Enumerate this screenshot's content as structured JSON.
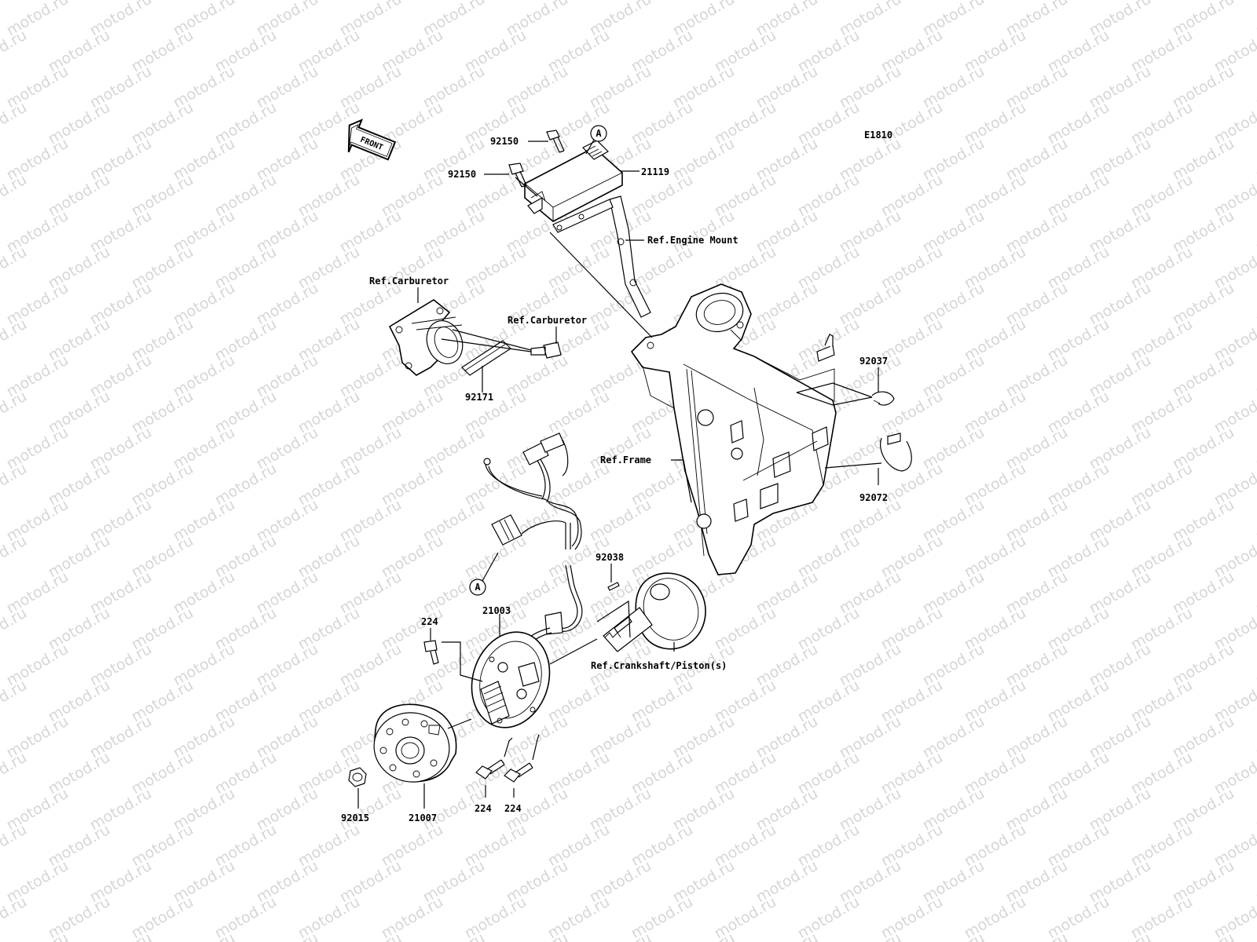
{
  "diagram_code": "E1810",
  "watermark_text": "motod.ru",
  "front_arrow_text": "FRONT",
  "callouts": {
    "ref_a_top": "A",
    "ref_a_bottom": "A",
    "p92150_top": "92150",
    "p92150_mid": "92150",
    "p21119": "21119",
    "ref_engine_mount": "Ref.Engine Mount",
    "ref_carburetor_1": "Ref.Carburetor",
    "ref_carburetor_2": "Ref.Carburetor",
    "p92171": "92171",
    "p92037": "92037",
    "ref_frame": "Ref.Frame",
    "p92072": "92072",
    "p92038": "92038",
    "p224_top": "224",
    "p21003": "21003",
    "ref_crankshaft": "Ref.Crankshaft/Piston(s)",
    "p224_bl": "224",
    "p224_br": "224",
    "p92015": "92015",
    "p21007": "21007"
  }
}
